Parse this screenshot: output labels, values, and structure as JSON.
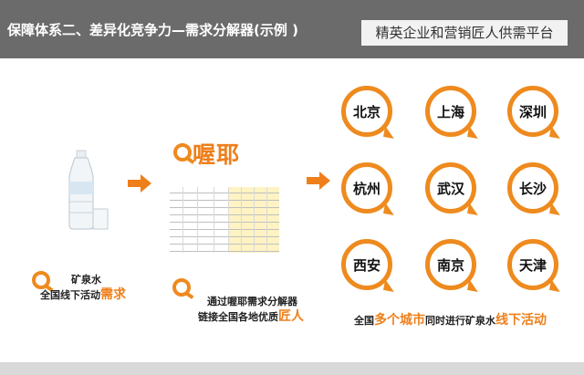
{
  "header": {
    "title": "保障体系二、差异化竞争力—需求分解器(示例 )",
    "tag": "精英企业和营销匠人供需平台"
  },
  "colors": {
    "accent": "#ee7f1a",
    "header_bg": "#6b6b6b"
  },
  "step1": {
    "line1": "矿泉水",
    "line2_prefix": "全国线下活动",
    "line2_highlight": "需求"
  },
  "step2": {
    "logo": "喔耶",
    "line1": "通过喔耶需求分解器",
    "line2_prefix": "链接全国各地优质",
    "line2_highlight": "匠人"
  },
  "cities": [
    "北京",
    "上海",
    "深圳",
    "杭州",
    "武汉",
    "长沙",
    "西安",
    "南京",
    "天津"
  ],
  "summary": {
    "prefix": "全国",
    "highlight1": "多个城市",
    "middle": "同时进行矿泉水",
    "highlight2": "线下活动"
  }
}
